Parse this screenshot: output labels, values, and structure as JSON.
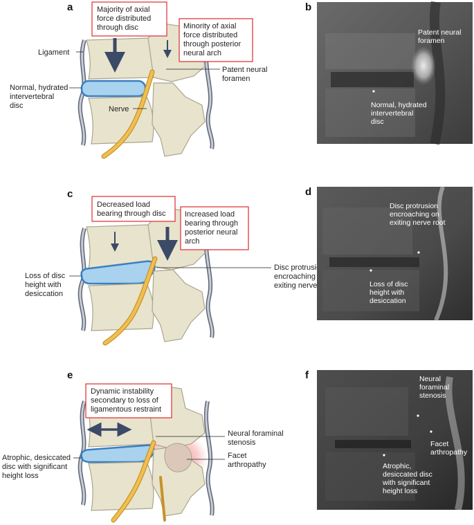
{
  "panels": {
    "a": {
      "letter": "a",
      "callouts": {
        "majority": [
          "Majority of axial",
          "force distributed",
          "through disc"
        ],
        "minority": [
          "Minority of axial",
          "force distributed",
          "through posterior",
          "neural arch"
        ]
      },
      "labels": {
        "ligament": [
          "Ligament"
        ],
        "disc": [
          "Normal, hydrated",
          "intervertebral",
          "disc"
        ],
        "nerve": [
          "Nerve"
        ],
        "foramen": [
          "Patent neural",
          "foramen"
        ]
      }
    },
    "b": {
      "letter": "b",
      "labels": {
        "foramen": [
          "Patent neural",
          "foramen"
        ],
        "disc": [
          "Normal, hydrated",
          "intervertebral",
          "disc"
        ]
      }
    },
    "c": {
      "letter": "c",
      "callouts": {
        "decreased": [
          "Decreased load",
          "bearing through disc"
        ],
        "increased": [
          "Increased load",
          "bearing through",
          "posterior neural",
          "arch"
        ]
      },
      "labels": {
        "height_loss": [
          "Loss of disc",
          "height with",
          "desiccation"
        ],
        "protrusion": [
          "Disc protrusion",
          "encroaching on",
          "exiting nerve root"
        ]
      }
    },
    "d": {
      "letter": "d",
      "labels": {
        "protrusion": [
          "Disc protrusion",
          "encroaching on",
          "exiting nerve root"
        ],
        "height_loss": [
          "Loss of disc",
          "height with",
          "desiccation"
        ]
      }
    },
    "e": {
      "letter": "e",
      "callouts": {
        "instability": [
          "Dynamic instability",
          "secondary to loss of",
          "ligamentous restraint"
        ]
      },
      "labels": {
        "stenosis": [
          "Neural foraminal",
          "stenosis"
        ],
        "facet": [
          "Facet",
          "arthropathy"
        ],
        "atrophic": [
          "Atrophic, desiccated",
          "disc with significant",
          "height loss"
        ]
      }
    },
    "f": {
      "letter": "f",
      "labels": {
        "stenosis": [
          "Neural",
          "foraminal",
          "stenosis"
        ],
        "facet": [
          "Facet",
          "arthropathy"
        ],
        "atrophic": [
          "Atrophic,",
          "desiccated disc",
          "with significant",
          "height loss"
        ]
      }
    }
  },
  "colors": {
    "bone": "#e8e3cc",
    "bone_stroke": "#a9a48d",
    "disc": "#a9d2ee",
    "disc_stroke": "#3a7fc0",
    "nerve": "#f0bf52",
    "nerve_stroke": "#c79227",
    "ligament": "#b7bcc7",
    "ligament_stroke": "#5d6577",
    "arrow": "#3b4a66",
    "callout_border": "#e0393e",
    "inflammation": "#e05a5a"
  }
}
